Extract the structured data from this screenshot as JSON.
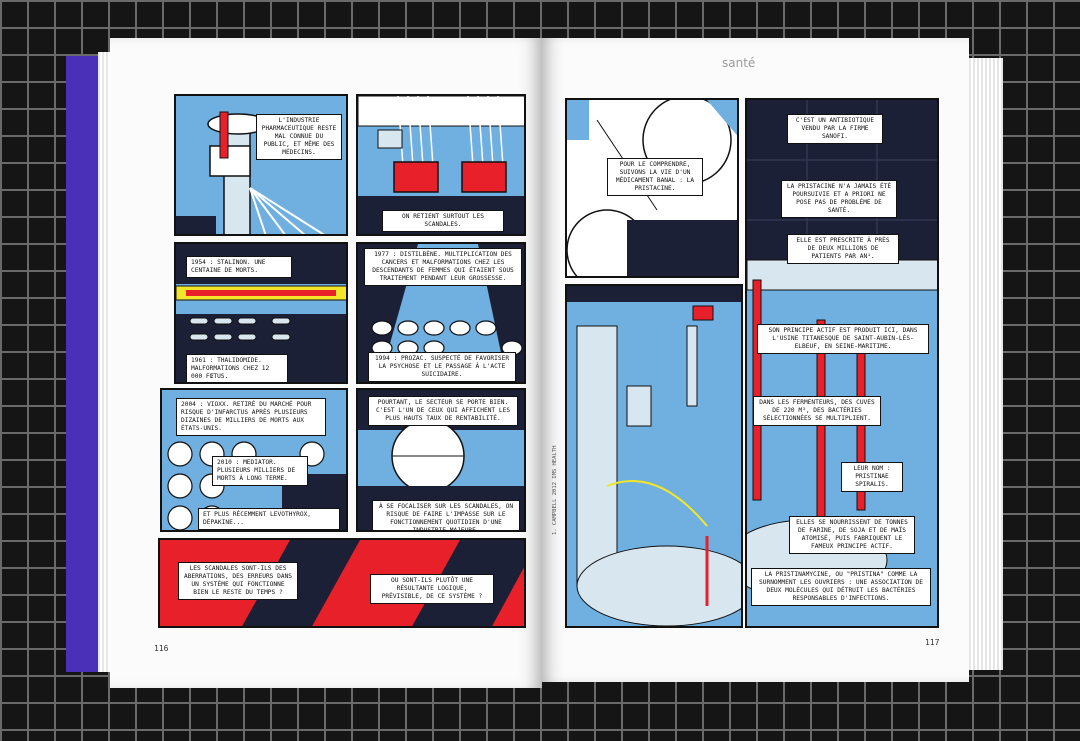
{
  "left_page": {
    "page_number": "116",
    "captions": {
      "c1": "L'industrie pharmaceutique reste mal connue du public, et même des médecins.",
      "c2": "On retient surtout les scandales.",
      "c3": "1954 : Stalinon. Une centaine de morts.",
      "c4": "1961 : Thalidomide. Malformations chez 12 000 fœtus.",
      "c5": "1977 : Distilbène. Multiplication des cancers et malformations chez les descendants de femmes qui étaient sous traitement pendant leur grossesse.",
      "c6": "1994 : Prozac. Suspecté de favoriser la psychose et le passage à l'acte suicidaire.",
      "c7": "2004 : Vioxx. Retiré du marché pour risque d'infarctus après plusieurs dizaines de milliers de morts aux États-Unis.",
      "c8": "2010 : Mediator. Plusieurs milliers de morts à long terme.",
      "c9": "Et plus récemment Levothyrox, Dépakine...",
      "c10": "Pourtant, le secteur se porte bien. C'est l'un de ceux qui affichent les plus hauts taux de rentabilité.",
      "c11": "À se focaliser sur les scandales, on risque de faire l'impasse sur le fonctionnement quotidien d'une industrie majeure.",
      "c12": "Les scandales sont-ils des aberrations, des erreurs dans un système qui fonctionne bien le reste du temps ?",
      "c13": "Ou sont-ils plutôt une résultante logique, prévisible, de ce système ?"
    }
  },
  "right_page": {
    "section_title": "santé",
    "page_number": "117",
    "credit": "1. CAMPBELL 2012 IMS HEALTH",
    "captions": {
      "r1": "Pour le comprendre, suivons la vie d'un médicament banal : la pristacine.",
      "r2": "C'est un antibiotique vendu par la firme Sanofi.",
      "r3": "La pristacine n'a jamais été poursuivie et a priori ne pose pas de problème de santé.",
      "r4": "Elle est prescrite à près de deux millions de patients par an¹.",
      "r5": "Son principe actif est produit ici, dans l'usine titanesque de Saint-Aubin-lès-Elbeuf, en Seine-Maritime.",
      "r6": "Dans les fermenteurs, des cuves de 220 m³, des bactéries sélectionnées se multiplient.",
      "r7": "Leur nom : Pristinae spiralis.",
      "r8": "Elles se nourrissent de tonnes de farine, de soja et de maïs atomisé, puis fabriquent le fameux principe actif.",
      "r9": "La pristinamycine, ou \"pristina\" comme la surnomment les ouvriers : une association de deux molécules qui détruit les bactéries responsables d'infections."
    }
  },
  "colors": {
    "comic_blue": "#6fb0e0",
    "comic_red": "#e8202a",
    "comic_navy": "#1c2036",
    "book_spine": "#4a2fb8",
    "cutting_mat": "#151515"
  }
}
